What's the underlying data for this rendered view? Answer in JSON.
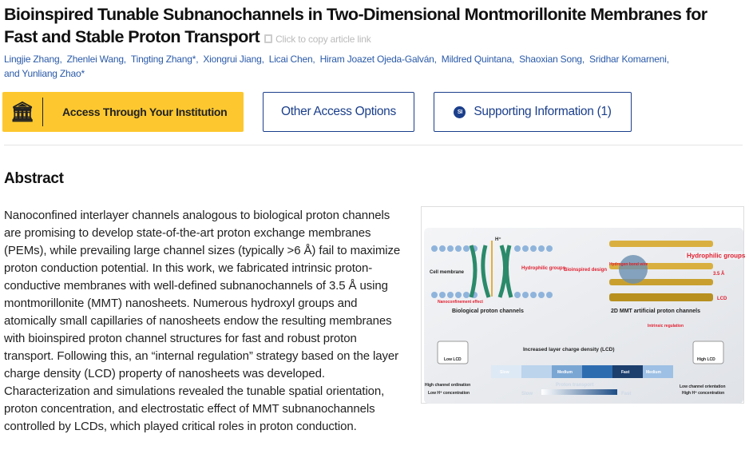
{
  "article": {
    "title": "Bioinspired Tunable Subnanochannels in Two-Dimensional Montmorillonite Membranes for Fast and Stable Proton Transport",
    "copy_link": "Click to copy article link",
    "authors": [
      "Lingjie Zhang,",
      "Zhenlei Wang,",
      "Tingting Zhang*,",
      "Xiongrui Jiang,",
      "Licai Chen,",
      "Hiram Joazet Ojeda-Galván,",
      "Mildred Quintana,",
      "Shaoxian Song,",
      "Sridhar Komarneni,",
      "and Yunliang Zhao*"
    ]
  },
  "buttons": {
    "institution": "Access Through Your Institution",
    "other": "Other Access Options",
    "si_badge": "SI",
    "supporting": "Supporting Information (1)"
  },
  "abstract": {
    "heading": "Abstract",
    "text": "Nanoconfined interlayer channels analogous to biological proton channels are promising to develop state-of-the-art proton exchange membranes (PEMs), while prevailing large channel sizes (typically >6 Å) fail to maximize proton conduction potential. In this work, we fabricated intrinsic proton-conductive membranes with well-defined subnanochannels of 3.5 Å using montmorillonite (MMT) nanosheets. Numerous hydroxyl groups and atomically small capillaries of nanosheets endow the resulting membranes with bioinspired proton channel structures for fast and robust proton transport. Following this, an “internal regulation” strategy based on the layer charge density (LCD) property of nanosheets was developed. Characterization and simulations revealed the tunable spatial orientation, proton concentration, and electrostatic effect of MMT subnanochannels controlled by LCDs, which played critical roles in proton conduction."
  },
  "figure": {
    "h": "H⁺",
    "cell": "Cell membrane",
    "hydro": "Hydrophilic groups",
    "nano": "Nanoconfinement effect",
    "bio": "Biological proton channels",
    "design": "Bioinspired design",
    "wire": "Hydrogen bond wire",
    "hydro2": "Hydrophilic groups",
    "size": "3.5 Å",
    "lcd": "LCD",
    "mmt": "2D MMT artificial proton channels",
    "intr": "Intrinsic regulation",
    "inc": "Increased layer charge density (LCD)",
    "low": "Low LCD",
    "high": "High LCD",
    "bar": [
      "Slow",
      "",
      "Medium",
      "",
      "Fast",
      "Medium"
    ],
    "pt": "Proton transport",
    "slow": "Slow",
    "fast": "Fast",
    "l1": "High channel ordination",
    "l2": "Low H⁺ concentration",
    "r1": "Low channel orientation",
    "r2": "High H⁺ concentration"
  }
}
